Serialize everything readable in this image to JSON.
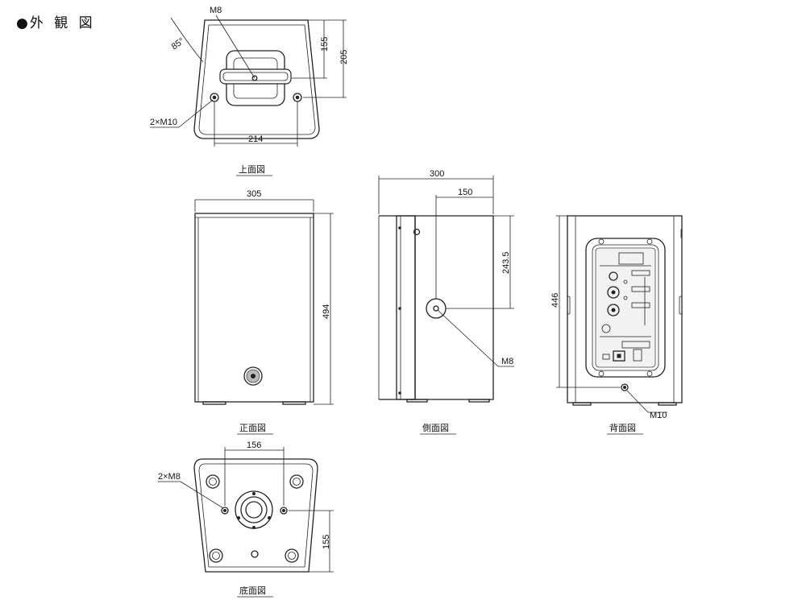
{
  "title": {
    "bullet": "●",
    "text": "外 観 図"
  },
  "views": {
    "top": {
      "caption": "上面図",
      "m8": "M8",
      "angle": "85°",
      "holes": "2×M10",
      "d155": "155",
      "d205": "205",
      "d214": "214"
    },
    "front": {
      "caption": "正面図",
      "width": "305",
      "height": "494"
    },
    "side": {
      "caption": "側面図",
      "depth": "300",
      "half": "150",
      "h243": "243.5",
      "m8": "M8"
    },
    "back": {
      "caption": "背面図",
      "height": "446",
      "m10": "M10"
    },
    "bottom": {
      "caption": "底面図",
      "holes": "2×M8",
      "d156": "156",
      "d155": "155"
    }
  }
}
